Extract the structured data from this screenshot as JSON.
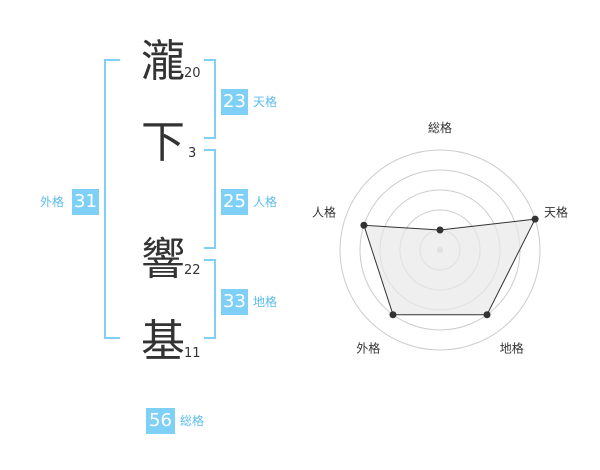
{
  "name": {
    "chars": [
      {
        "char": "瀧",
        "strokes": "20"
      },
      {
        "char": "下",
        "strokes": "3"
      },
      {
        "char": "響",
        "strokes": "22"
      },
      {
        "char": "基",
        "strokes": "11"
      }
    ]
  },
  "fortune": {
    "tenkaku": {
      "label": "天格",
      "value": "23"
    },
    "jinkaku": {
      "label": "人格",
      "value": "25"
    },
    "chikaku": {
      "label": "地格",
      "value": "33"
    },
    "gaikaku": {
      "label": "外格",
      "value": "31"
    },
    "soukaku": {
      "label": "総格",
      "value": "56"
    }
  },
  "chart_data": {
    "type": "radar",
    "axes": [
      "総格",
      "天格",
      "地格",
      "外格",
      "人格"
    ],
    "values": [
      1,
      5,
      4,
      4,
      4
    ],
    "max": 5,
    "rings": 5,
    "colors": {
      "fill": "#e8e8e8",
      "line": "#333333",
      "ring": "#cccccc",
      "accent": "#7fd0f7"
    }
  }
}
